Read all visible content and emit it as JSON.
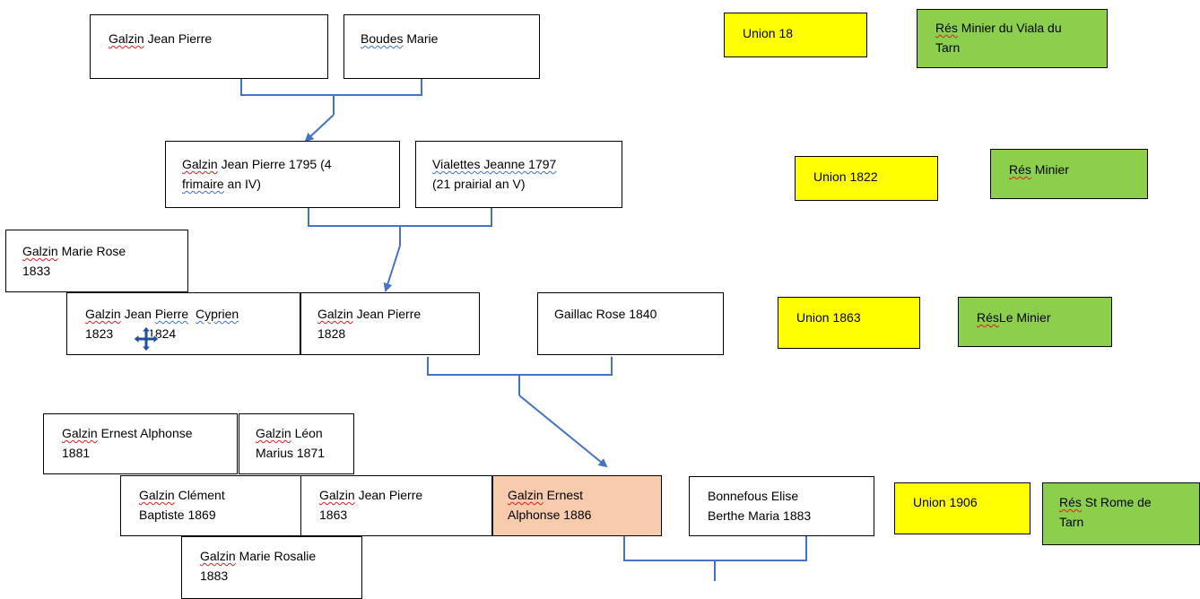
{
  "gen1": {
    "p1": {
      "surname": "Galzin",
      "rest": " Jean Pierre"
    },
    "p2": {
      "surname": "Boudes",
      "rest": " Marie"
    },
    "union": "Union 18",
    "residence": {
      "prefix": "Rés",
      "rest": " Minier du Viala du",
      "line2": "Tarn"
    }
  },
  "gen2": {
    "p1": {
      "surname": "Galzin",
      "rest": " Jean Pierre 1795 (4",
      "line2a": "frimaire",
      "line2b": " an IV)"
    },
    "p2": {
      "line1": "Vialettes Jeanne 1797",
      "line2": "(21 prairial an V)"
    },
    "union": "Union 1822",
    "residence": {
      "prefix": "Rés",
      "rest": " Minier"
    }
  },
  "gen3": {
    "marie_rose": {
      "surname": "Galzin",
      "rest": " Marie Rose",
      "line2": "1833"
    },
    "cyprien": {
      "surname": "Galzin",
      "mid": " Jean ",
      "pierre": "Pierre",
      "sep": "  ",
      "cyprien": "Cyprien",
      "line2": "1823          1824"
    },
    "jean_pierre": {
      "surname": "Galzin",
      "rest": " Jean Pierre",
      "line2": "1828"
    },
    "spouse": "Gaillac Rose 1840",
    "union": "Union 1863",
    "residence": {
      "prefix": "Rés",
      "rest": "Le Minier"
    }
  },
  "gen4": {
    "ernest1881": {
      "surname": "Galzin",
      "rest": " Ernest Alphonse",
      "line2": "1881"
    },
    "leon": {
      "surname": "Galzin",
      "rest": " Léon",
      "line2": "Marius 1871"
    },
    "clement": {
      "surname": "Galzin",
      "rest": " Clément",
      "line2": "Baptiste 1869"
    },
    "jean_pierre": {
      "surname": "Galzin",
      "rest": " Jean Pierre",
      "line2": "1863"
    },
    "ernest1886": {
      "surname": "Galzin",
      "rest": " Ernest",
      "line2": "Alphonse 1886"
    },
    "marie_rosalie": {
      "surname": "Galzin",
      "rest": " Marie Rosalie",
      "line2": "1883"
    },
    "spouse": {
      "line1": "Bonnefous Elise",
      "line2": "Berthe Maria 1883"
    },
    "union": "Union 1906",
    "residence": {
      "prefix": "Rés",
      "rest": " St Rome de",
      "line2": "Tarn"
    }
  },
  "colors": {
    "union": "#ffff00",
    "residence": "#8ccf4d",
    "highlight": "#f8cbad",
    "connector": "#4472c4"
  },
  "icons": [
    "move-icon"
  ]
}
